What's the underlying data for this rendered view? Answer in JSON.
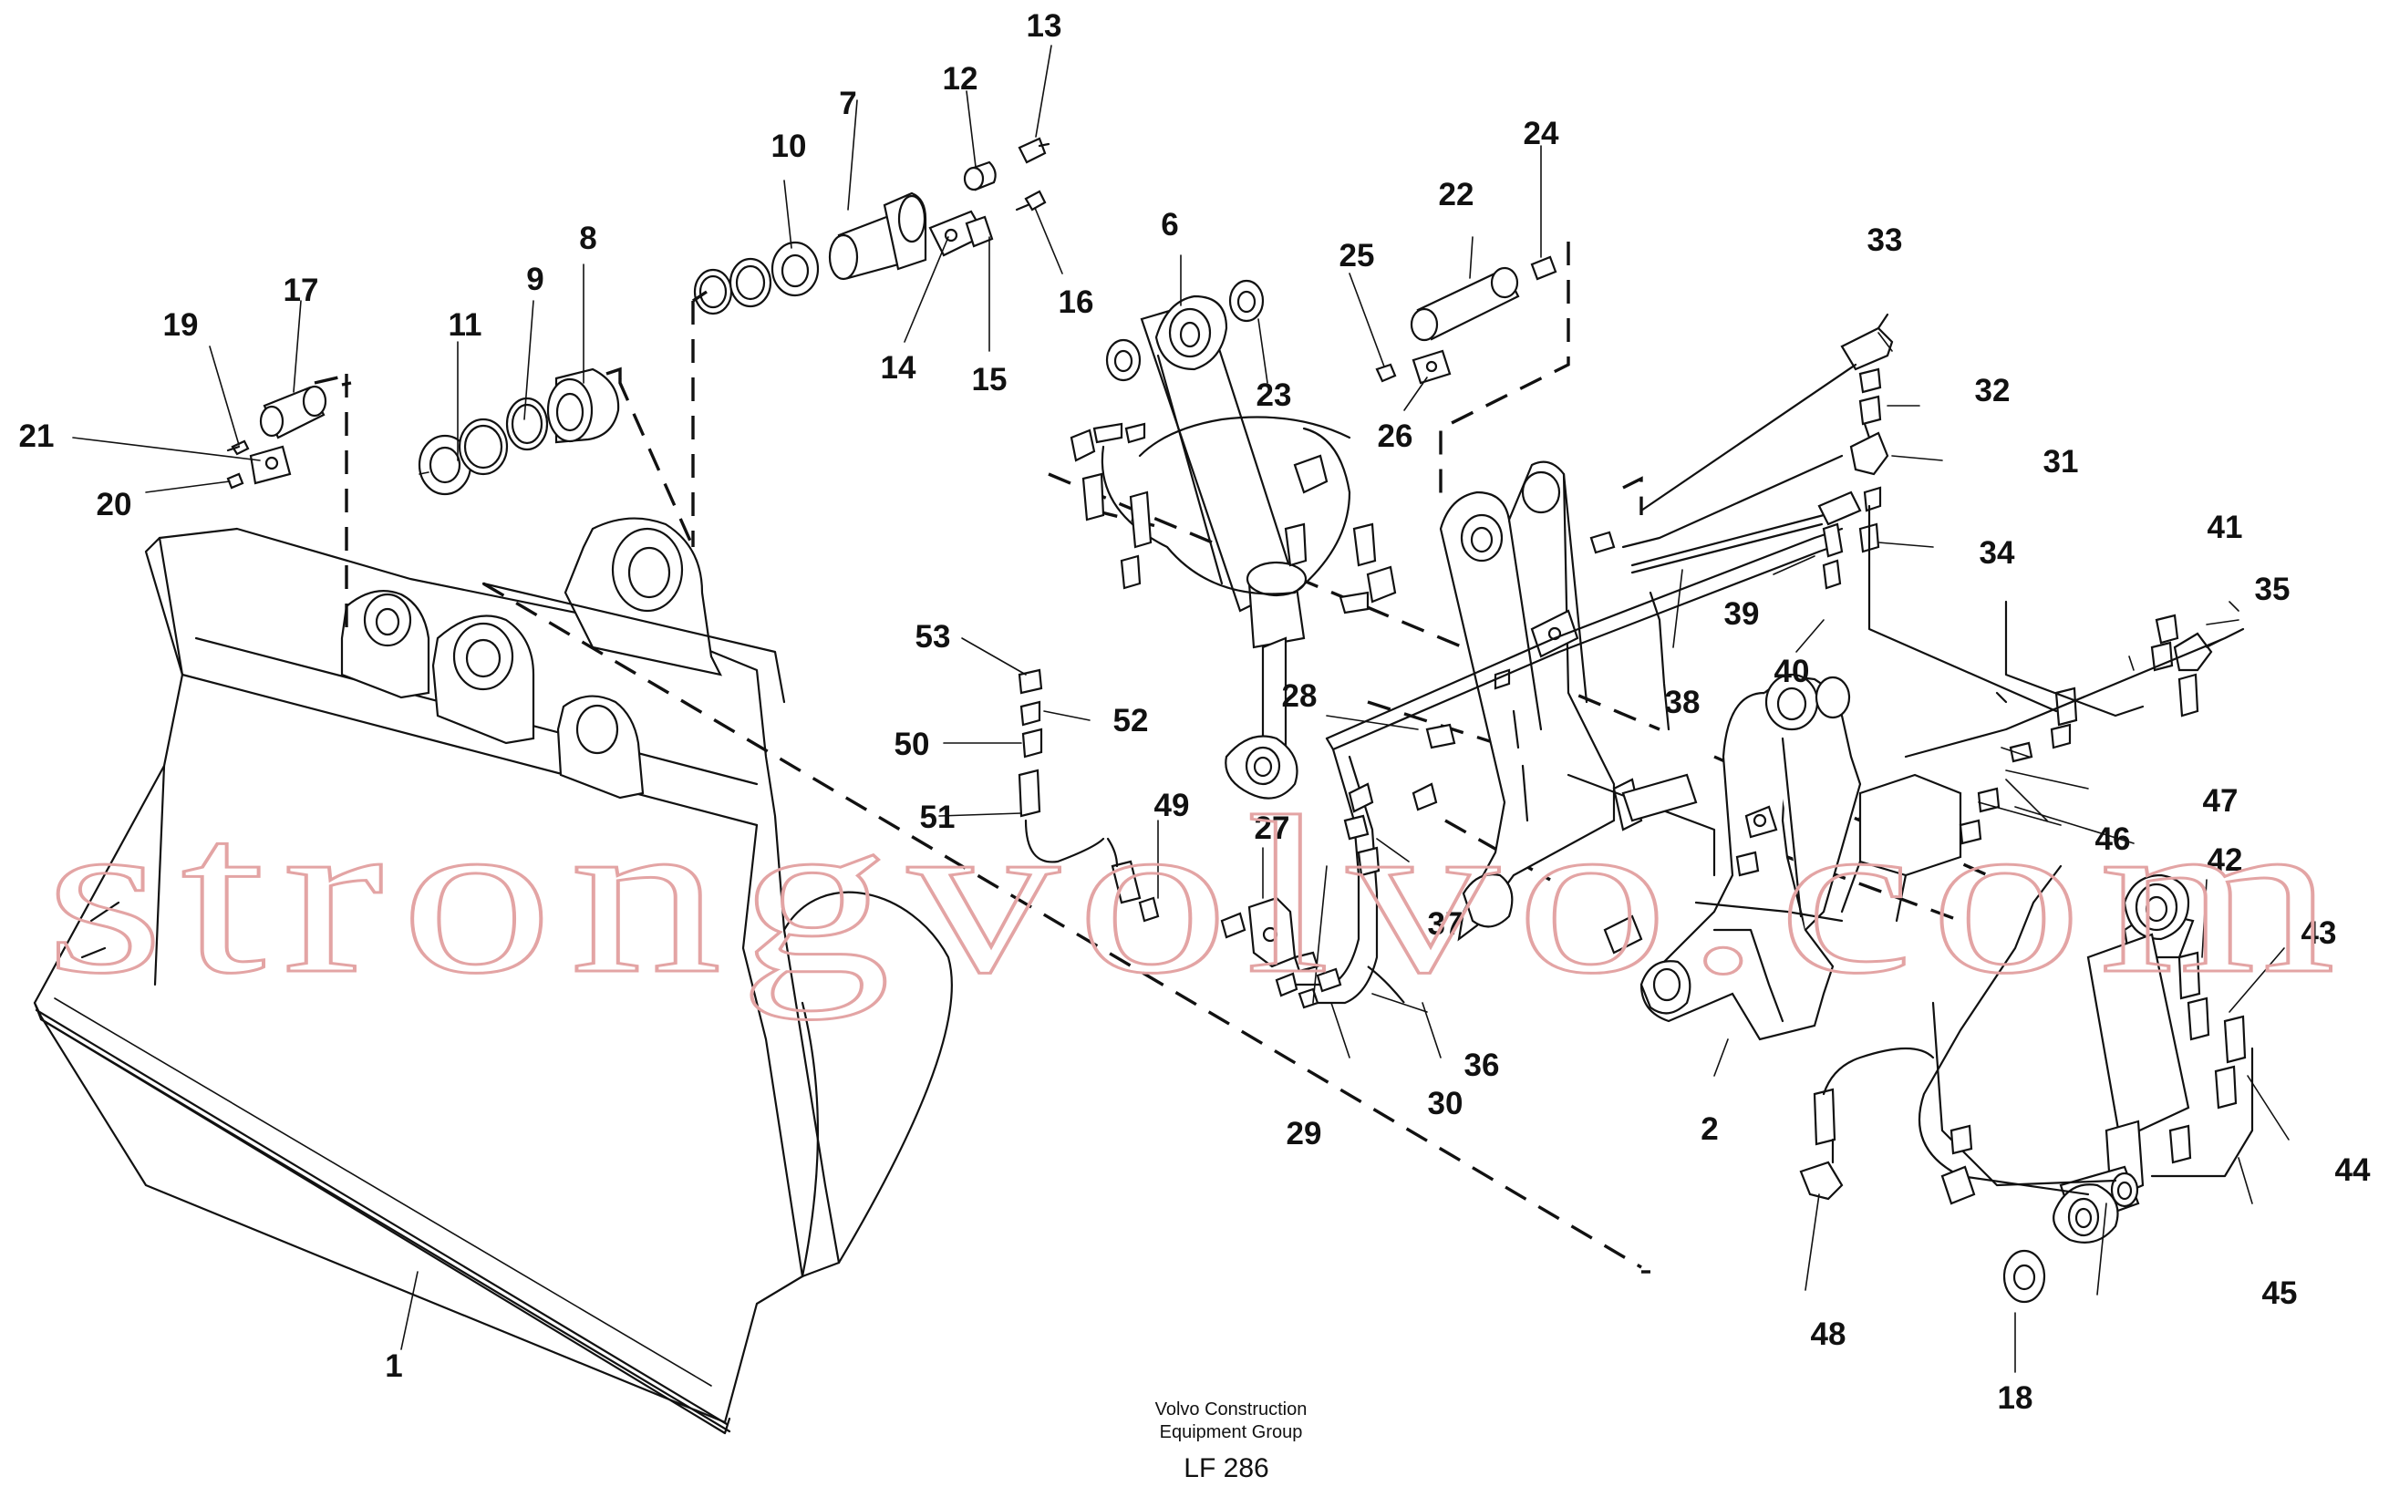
{
  "watermark": "strongvolvo.com",
  "caption": {
    "line1": "Volvo Construction",
    "line2": "Equipment Group",
    "code": "LF 286"
  },
  "callouts": [
    "1",
    "2",
    "6",
    "7",
    "8",
    "9",
    "10",
    "11",
    "12",
    "13",
    "14",
    "15",
    "16",
    "17",
    "18",
    "19",
    "20",
    "21",
    "22",
    "23",
    "24",
    "25",
    "26",
    "27",
    "28",
    "29",
    "30",
    "31",
    "32",
    "33",
    "34",
    "35",
    "36",
    "37",
    "38",
    "39",
    "40",
    "41",
    "42",
    "43",
    "44",
    "45",
    "46",
    "47",
    "48",
    "49",
    "50",
    "51",
    "52",
    "53"
  ]
}
